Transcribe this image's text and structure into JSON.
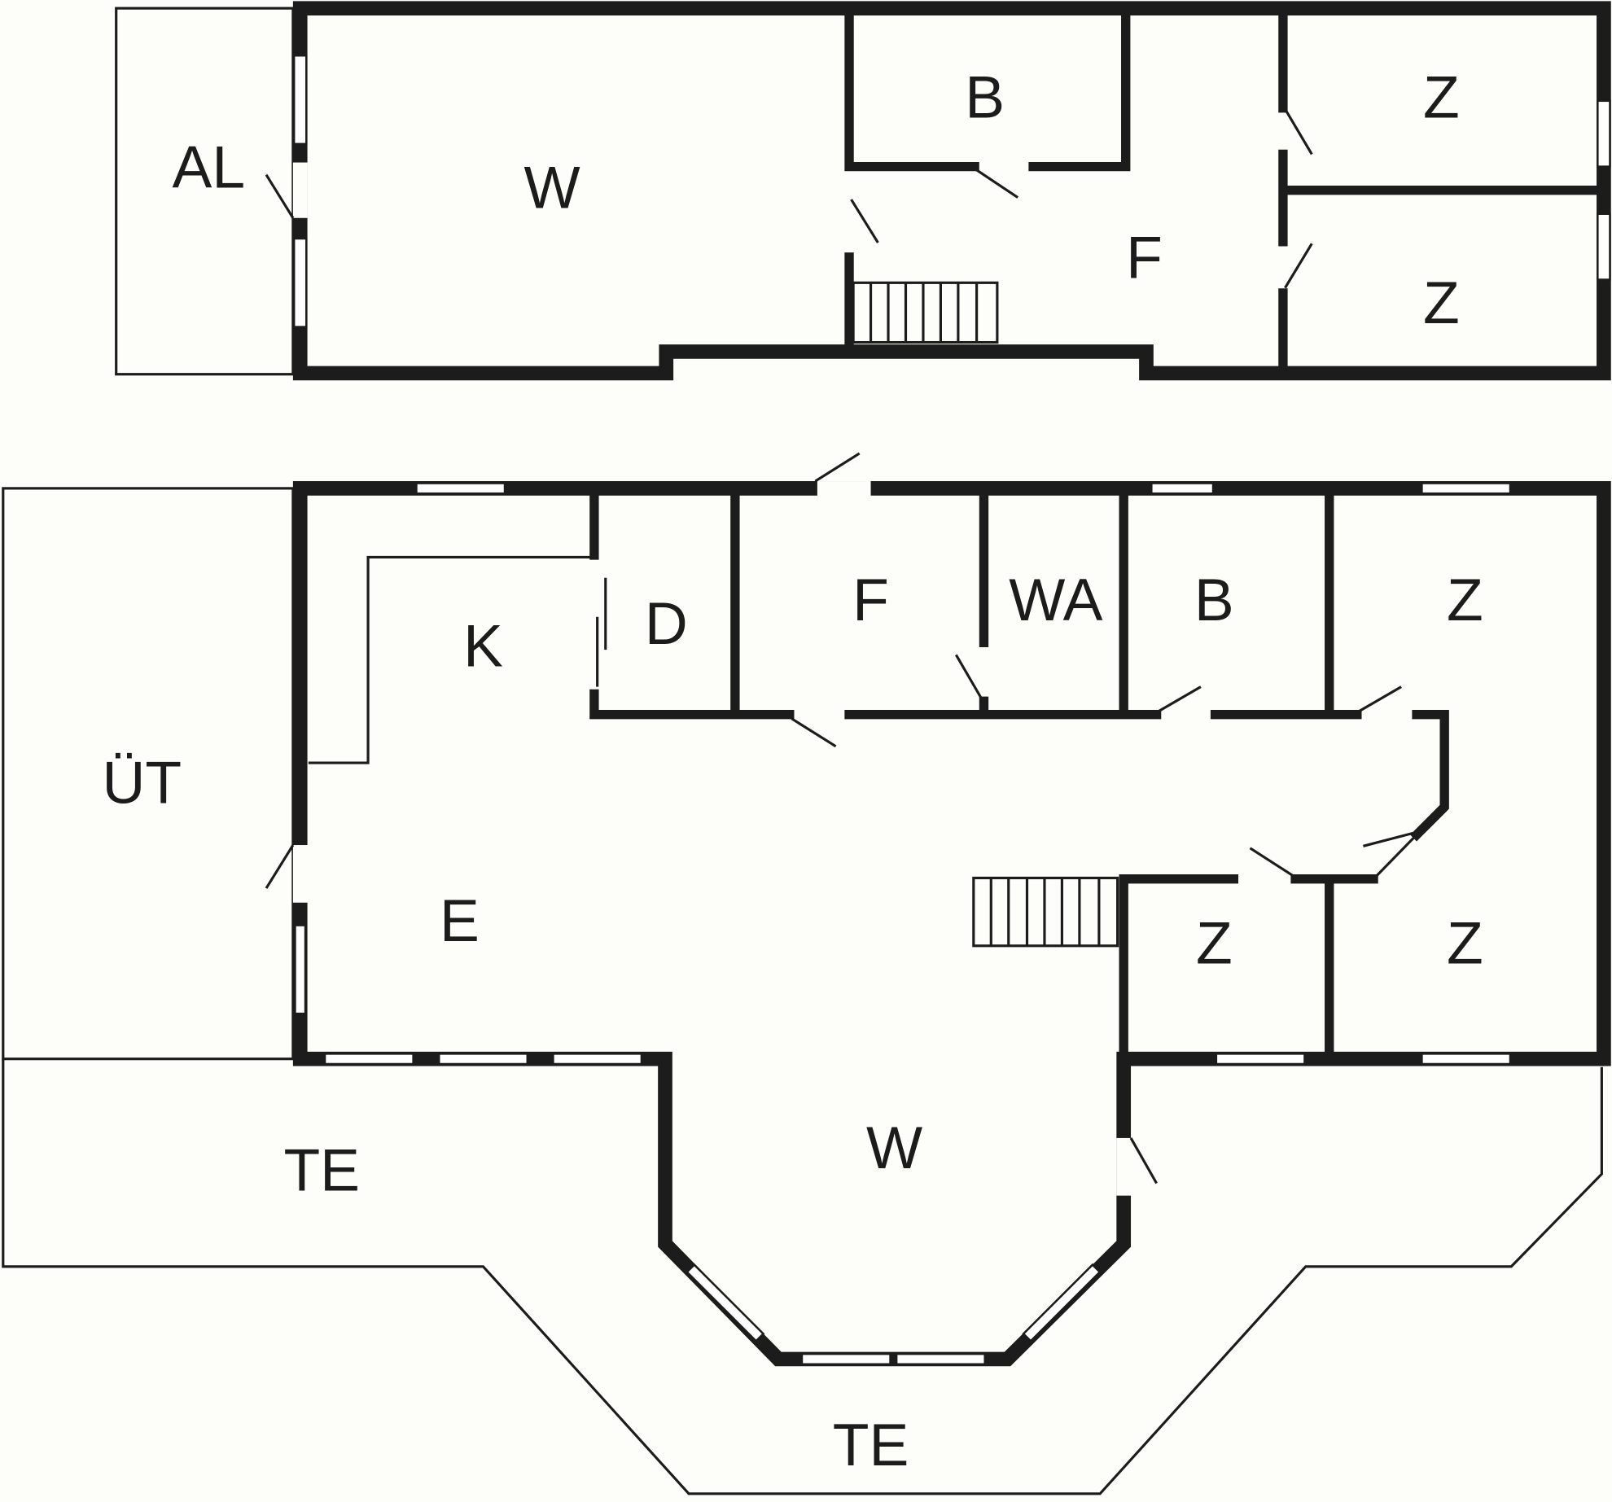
{
  "upper_floor": {
    "rooms": [
      {
        "label": "AL"
      },
      {
        "label": "W"
      },
      {
        "label": "B"
      },
      {
        "label": "F"
      },
      {
        "label": "Z"
      },
      {
        "label": "Z"
      }
    ]
  },
  "ground_floor": {
    "rooms": [
      {
        "label": "ÜT"
      },
      {
        "label": "K"
      },
      {
        "label": "D"
      },
      {
        "label": "F"
      },
      {
        "label": "WA"
      },
      {
        "label": "B"
      },
      {
        "label": "Z"
      },
      {
        "label": "E"
      },
      {
        "label": "Z"
      },
      {
        "label": "Z"
      },
      {
        "label": "W"
      },
      {
        "label": "TE"
      },
      {
        "label": "TE"
      }
    ]
  }
}
